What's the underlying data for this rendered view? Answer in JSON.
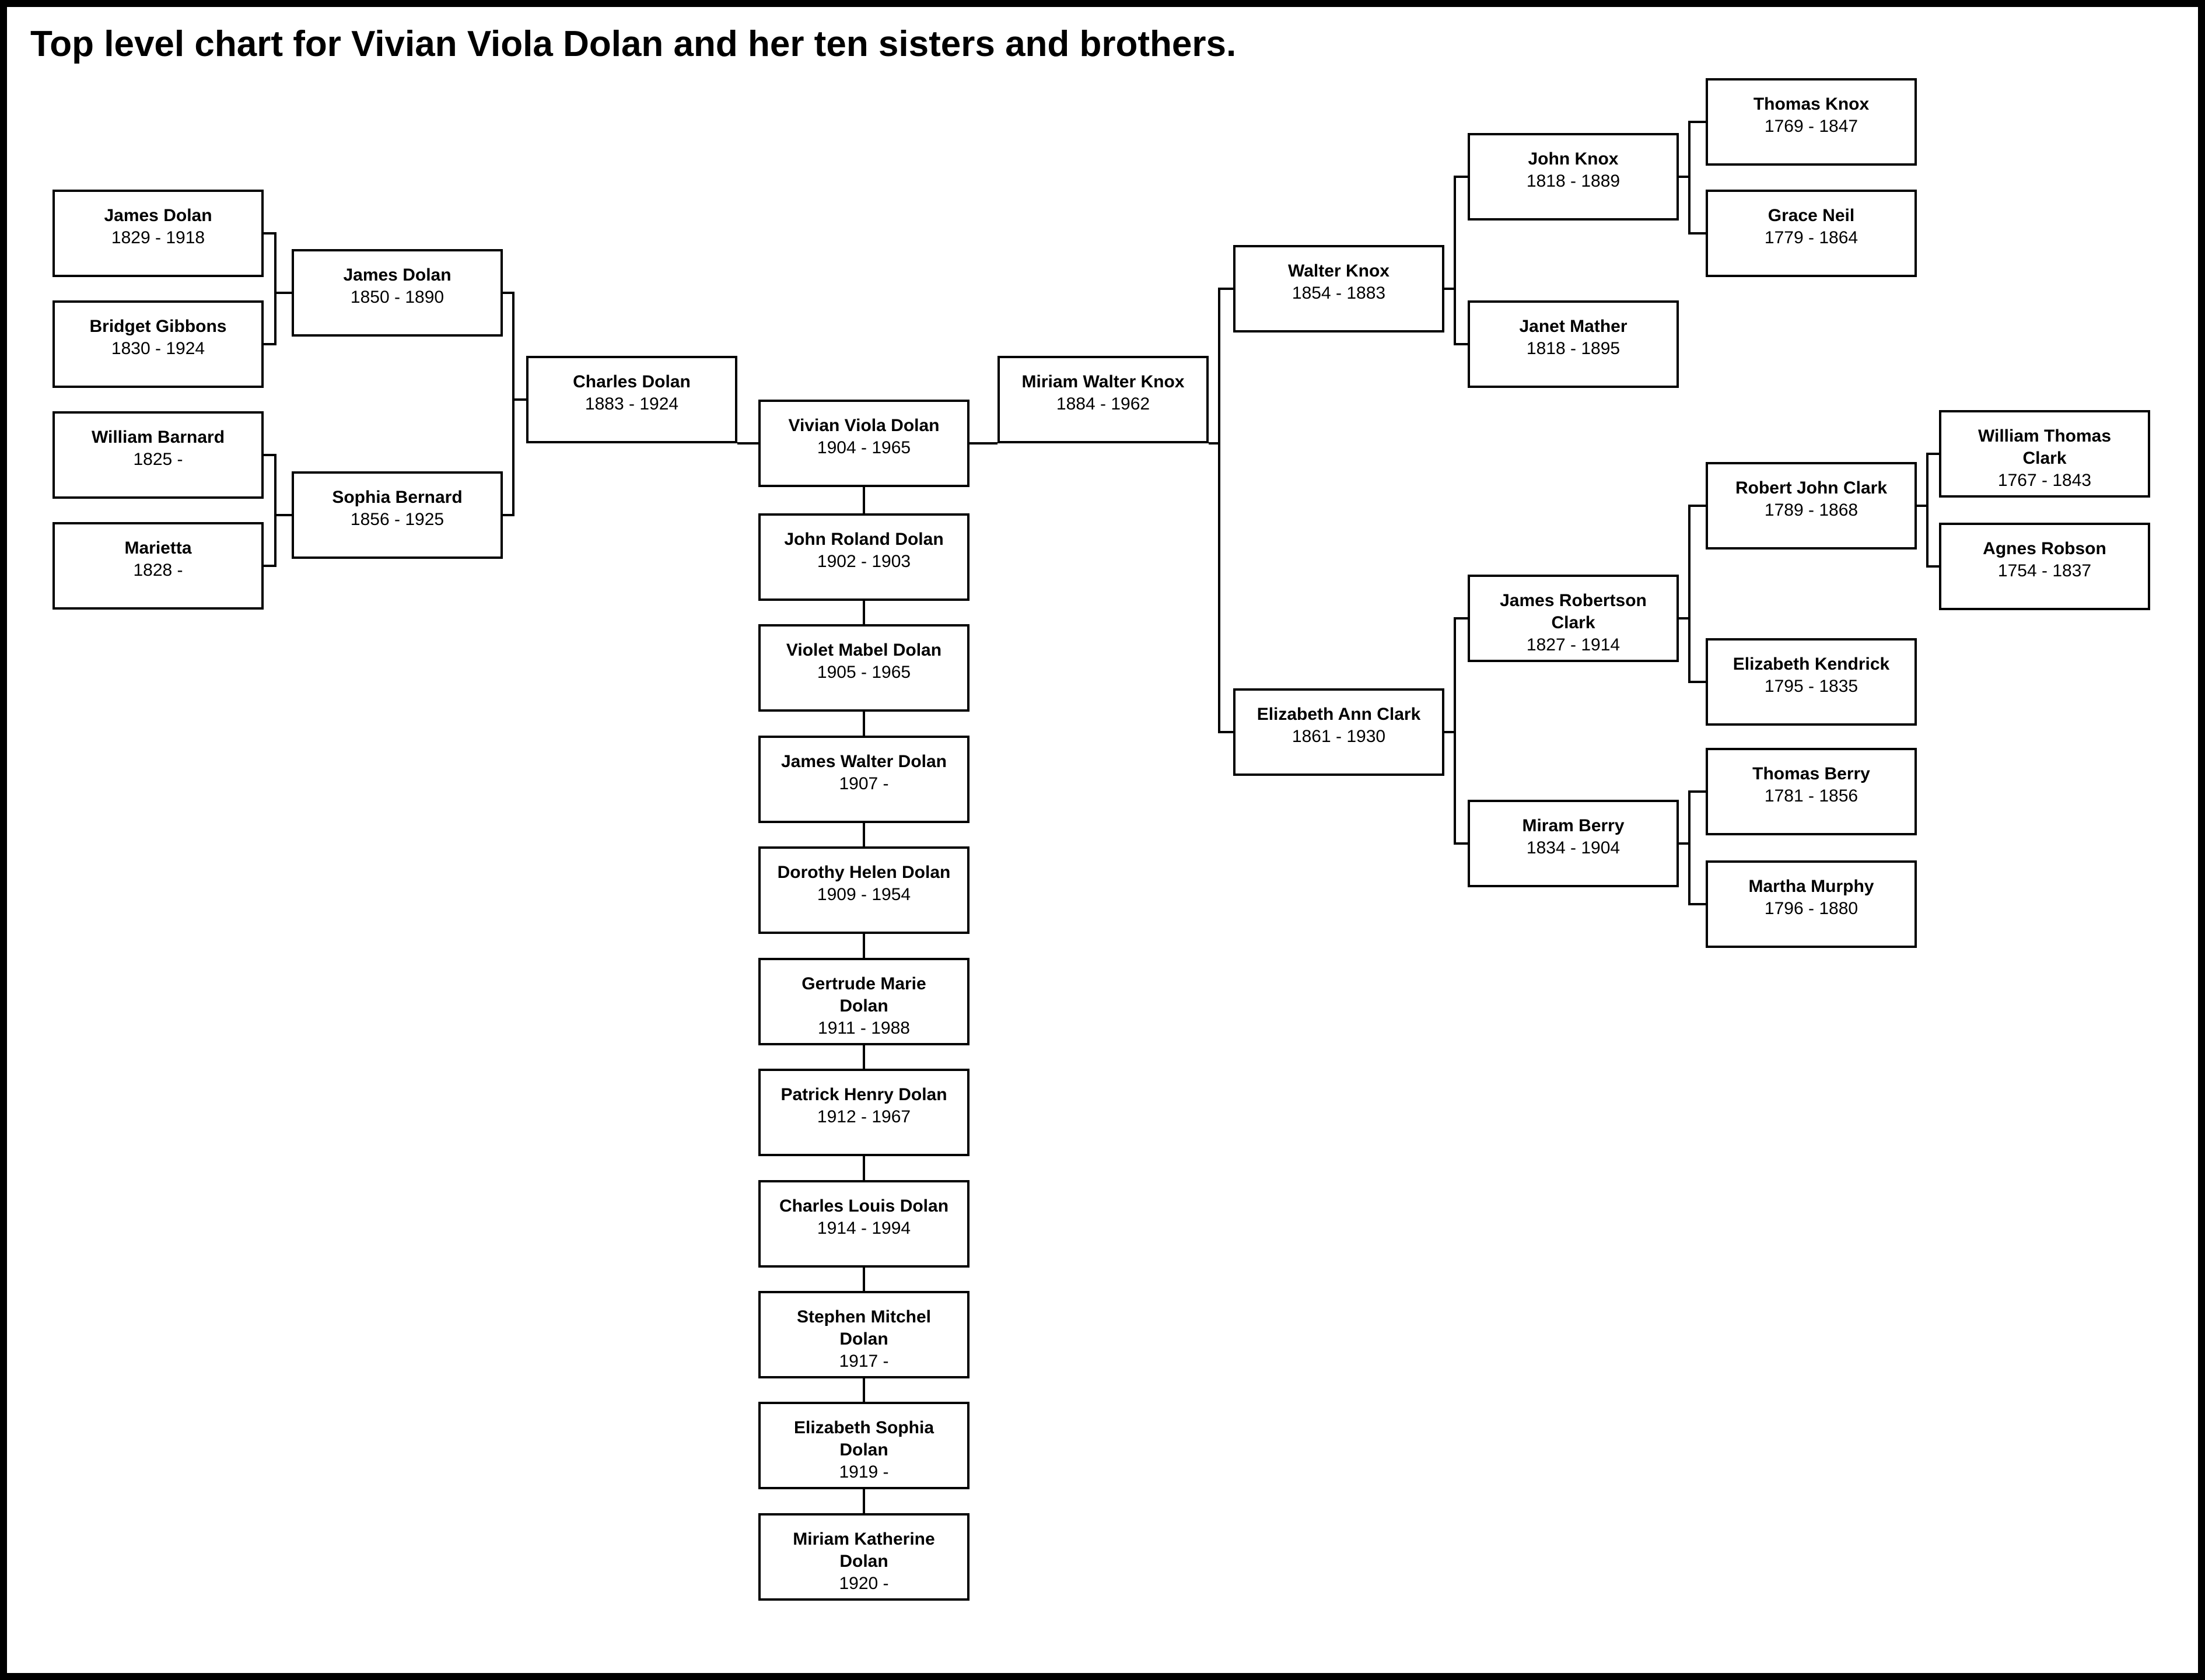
{
  "title": "Top level chart for Vivian Viola Dolan and her ten sisters and brothers.",
  "people": {
    "james_dolan_sr": {
      "name": "James Dolan",
      "dates": "1829 - 1918"
    },
    "bridget_gibbons": {
      "name": "Bridget Gibbons",
      "dates": "1830 - 1924"
    },
    "william_barnard": {
      "name": "William Barnard",
      "dates": "1825 -"
    },
    "marietta": {
      "name": "Marietta",
      "dates": "1828 -"
    },
    "james_dolan_jr": {
      "name": "James Dolan",
      "dates": "1850 - 1890"
    },
    "sophia_bernard": {
      "name": "Sophia Bernard",
      "dates": "1856 - 1925"
    },
    "charles_dolan": {
      "name": "Charles Dolan",
      "dates": "1883 - 1924"
    },
    "vivian_viola_dolan": {
      "name": "Vivian Viola Dolan",
      "dates": "1904 - 1965"
    },
    "miriam_walter_knox": {
      "name": "Miriam Walter Knox",
      "dates": "1884 - 1962"
    },
    "john_roland_dolan": {
      "name": "John Roland Dolan",
      "dates": "1902 - 1903"
    },
    "violet_mabel_dolan": {
      "name": "Violet Mabel Dolan",
      "dates": "1905 - 1965"
    },
    "james_walter_dolan": {
      "name": "James Walter Dolan",
      "dates": "1907 -"
    },
    "dorothy_helen_dolan": {
      "name": "Dorothy Helen Dolan",
      "dates": "1909 - 1954"
    },
    "gertrude_marie_dolan": {
      "name": "Gertrude Marie\nDolan",
      "dates": "1911 - 1988"
    },
    "patrick_henry_dolan": {
      "name": "Patrick Henry Dolan",
      "dates": "1912 - 1967"
    },
    "charles_louis_dolan": {
      "name": "Charles Louis Dolan",
      "dates": "1914 - 1994"
    },
    "stephen_mitchel_dolan": {
      "name": "Stephen Mitchel\nDolan",
      "dates": "1917 -"
    },
    "elizabeth_sophia_dolan": {
      "name": "Elizabeth Sophia\nDolan",
      "dates": "1919 -"
    },
    "miriam_katherine_dolan": {
      "name": "Miriam Katherine\nDolan",
      "dates": "1920 -"
    },
    "walter_knox": {
      "name": "Walter Knox",
      "dates": "1854 - 1883"
    },
    "john_knox": {
      "name": "John Knox",
      "dates": "1818 - 1889"
    },
    "thomas_knox": {
      "name": "Thomas Knox",
      "dates": "1769 - 1847"
    },
    "grace_neil": {
      "name": "Grace Neil",
      "dates": "1779 - 1864"
    },
    "janet_mather": {
      "name": "Janet Mather",
      "dates": "1818 - 1895"
    },
    "elizabeth_ann_clark": {
      "name": "Elizabeth Ann Clark",
      "dates": "1861 - 1930"
    },
    "james_robertson_clark": {
      "name": "James Robertson\nClark",
      "dates": "1827 - 1914"
    },
    "robert_john_clark": {
      "name": "Robert John Clark",
      "dates": "1789 - 1868"
    },
    "william_thomas_clark": {
      "name": "William Thomas\nClark",
      "dates": "1767 - 1843"
    },
    "agnes_robson": {
      "name": "Agnes Robson",
      "dates": "1754 - 1837"
    },
    "elizabeth_kendrick": {
      "name": "Elizabeth Kendrick",
      "dates": "1795 - 1835"
    },
    "miram_berry": {
      "name": "Miram Berry",
      "dates": "1834 - 1904"
    },
    "thomas_berry": {
      "name": "Thomas Berry",
      "dates": "1781 - 1856"
    },
    "martha_murphy": {
      "name": "Martha Murphy",
      "dates": "1796 - 1880"
    }
  }
}
